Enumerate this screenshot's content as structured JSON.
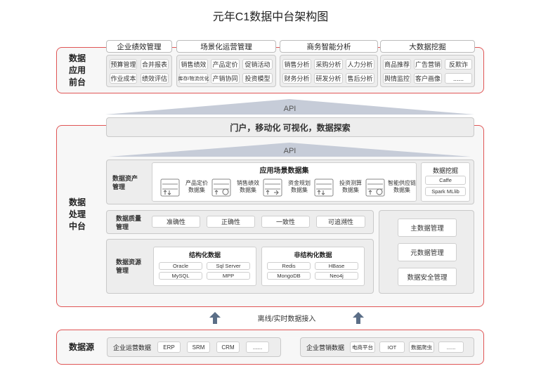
{
  "title": "元年C1数据中台架构图",
  "app_layer": {
    "label": "数据\n应用\n前台",
    "groups": [
      {
        "title": "企业绩效管理",
        "items": [
          "预算管理",
          "合并报表",
          "作业成本",
          "绩效评估"
        ]
      },
      {
        "title": "场景化运营管理",
        "items": [
          "销售绩效",
          "产品定价",
          "促销活动",
          "库存/物流优化",
          "产销协同",
          "投资模型"
        ]
      },
      {
        "title": "商务智能分析",
        "items": [
          "销售分析",
          "采购分析",
          "人力分析",
          "财务分析",
          "研发分析",
          "售后分析"
        ]
      },
      {
        "title": "大数据挖掘",
        "items": [
          "商品推荐",
          "广告营销",
          "反欺诈",
          "舆情监控",
          "客户画像",
          "......"
        ]
      }
    ]
  },
  "api_label": "API",
  "portal_text": "门户，移动化  可视化，数据探索",
  "processing_layer": {
    "label": "数据\n处理\n中台",
    "asset": {
      "label": "数据资产\n管理",
      "scene_title": "应用场景数据集",
      "datasets": [
        "产品定价\n数据集",
        "销售绩效\n数据集",
        "资金规划\n数据集",
        "投资测算\n数据集",
        "智能供应链\n数据集"
      ],
      "mining_title": "数据挖掘",
      "mining_items": [
        "Caffe",
        "Spark MLlib"
      ]
    },
    "quality": {
      "label": "数据质量\n管理",
      "items": [
        "准确性",
        "正确性",
        "一致性",
        "可追溯性"
      ]
    },
    "resource": {
      "label": "数据资源\n管理",
      "structured": {
        "title": "结构化数据",
        "items": [
          "Oracle",
          "Sql Server",
          "MySQL",
          "MPP"
        ]
      },
      "unstructured": {
        "title": "非结构化数据",
        "items": [
          "Redis",
          "HBase",
          "MongoDB",
          "Neo4j"
        ]
      }
    },
    "governance": [
      "主数据管理",
      "元数据管理",
      "数据安全管理"
    ]
  },
  "ingest_label": "离线/实时数据接入",
  "source_layer": {
    "label": "数据源",
    "enterprise_ops": {
      "label": "企业运营数据",
      "items": [
        "ERP",
        "SRM",
        "CRM",
        "......"
      ]
    },
    "enterprise_marketing": {
      "label": "企业营销数据",
      "items": [
        "电商平台",
        "IOT",
        "数据爬虫",
        "......"
      ]
    }
  },
  "colors": {
    "accent_border": "#e05555",
    "arrow": "#5b6e87",
    "api_band": "#c6ccd8"
  }
}
